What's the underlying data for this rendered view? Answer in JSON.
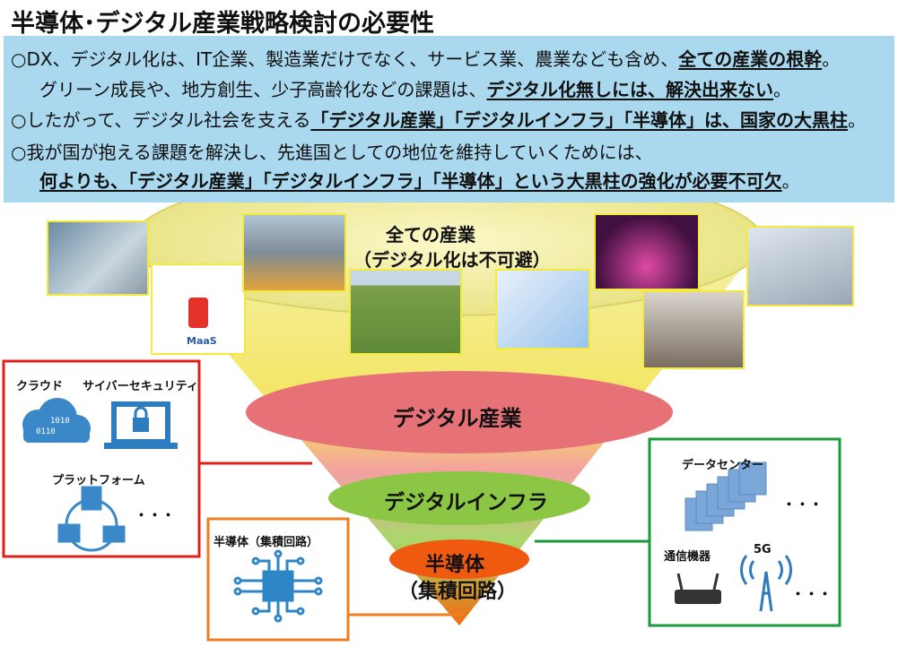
{
  "title": "半導体･デジタル産業戦略検討の必要性",
  "banner": {
    "line1_pre": "○DX、デジタル化は、IT企業、製造業だけでなく、サービス業、農業なども含め、",
    "line1_bold": "全ての産業の根幹",
    "line1_post": "。",
    "line2_pre": "グリーン成長や、地方創生、少子高齢化などの課題は、",
    "line2_bold": "デジタル化無しには、解決出来ない",
    "line2_post": "。",
    "line3_pre": "○したがって、デジタル社会を支える",
    "line3_bold": "「デジタル産業」「デジタルインフラ」「半導体」は、国家の大黒柱",
    "line3_post": "。",
    "line4": "○我が国が抱える課題を解決し、先進国としての地位を維持していくためには、",
    "line5_bold": "何よりも、「デジタル産業」「デジタルインフラ」「半導体」という大黒柱の強化が必要不可欠",
    "line5_post": "。"
  },
  "funnel": {
    "top_label_1": "全ての産業",
    "top_label_2": "（デジタル化は不可避）",
    "industry": "デジタル産業",
    "infra": "デジタルインフラ",
    "semi_1": "半導体",
    "semi_2": "（集積回路）"
  },
  "left_box": {
    "cloud": "クラウド",
    "cyber": "サイバーセキュリティ",
    "platform": "プラットフォーム",
    "ellipsis": "・・・"
  },
  "semi_box": {
    "label": "半導体（集積回路）"
  },
  "right_box": {
    "datacenter": "データセンター",
    "ellipsis1": "・・・",
    "comm": "通信機器",
    "fiveg": "5G",
    "ellipsis2": "・・・"
  },
  "maas_label": "MaaS",
  "colors": {
    "banner": "#a9d8ef",
    "red_border": "#e0201b",
    "orange_border": "#f07d1f",
    "green_border": "#1a9a3a"
  }
}
